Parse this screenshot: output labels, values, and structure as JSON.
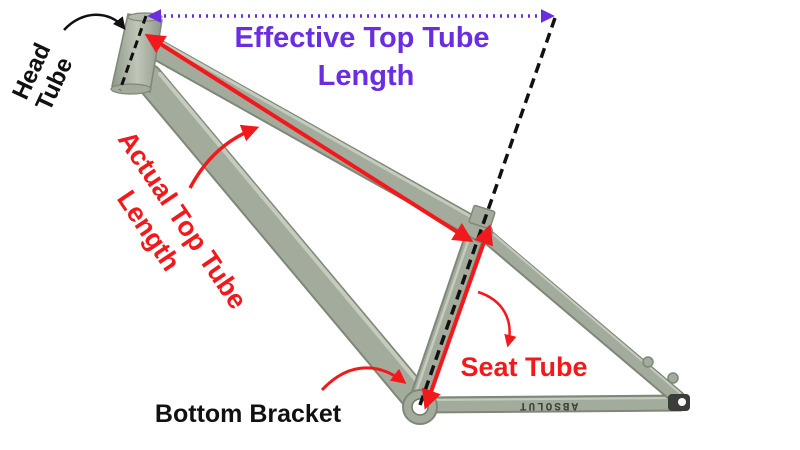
{
  "labels": {
    "effective_top_tube_line1": "Effective Top Tube",
    "effective_top_tube_line2": "Length",
    "head_tube_line1": "Head",
    "head_tube_line2": "Tube",
    "actual_top_tube_line1": "Actual Top Tube",
    "actual_top_tube_line2": "Length",
    "seat_tube": "Seat Tube",
    "bottom_bracket": "Bottom Bracket"
  },
  "frame_decal": "ABSOLUT",
  "colors": {
    "frame": "#a3ab9c",
    "frame_edge": "#7e8778",
    "frame_highlight": "#c5ccbe",
    "effective_top_tube": "#6a2de0",
    "actual_measure": "#f2191c",
    "seat_tube_label": "#f2191c",
    "reference_line": "#111111",
    "text_dark": "#111111"
  }
}
